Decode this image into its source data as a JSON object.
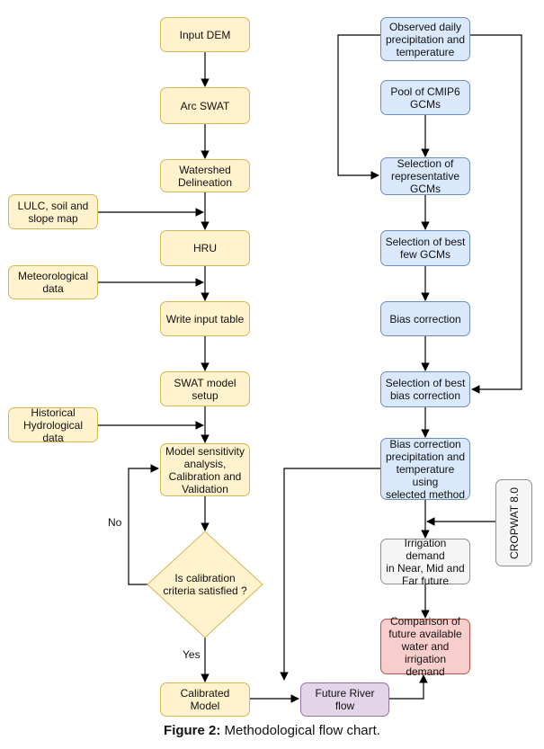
{
  "nodes": {
    "input_dem": "Input DEM",
    "arc_swat": "Arc SWAT",
    "watershed": "Watershed\nDelineation",
    "lulc": "LULC, soil and\nslope map",
    "hru": "HRU",
    "meteorological": "Meteorological\ndata",
    "write_input": "Write input table",
    "swat_setup": "SWAT model\nsetup",
    "historical": "Historical\nHydrological data",
    "sensitivity": "Model sensitivity\nanalysis,\nCalibration and\nValidation",
    "decision": "Is calibration\ncriteria satisfied ?",
    "calibrated": "Calibrated Model",
    "future_river": "Future River flow",
    "observed": "Observed daily\nprecipitation and\ntemperature",
    "cmip6": "Pool of CMIP6\nGCMs",
    "selection_rep": "Selection of\nrepresentative\nGCMs",
    "selection_best": "Selection of best\nfew GCMs",
    "bias": "Bias correction",
    "selection_bias": "Selection of best\nbias correction",
    "bias_applied": "Bias correction\nprecipitation and\ntemperature using\nselected method",
    "cropwat": "CROPWAT 8.0",
    "irrigation": "Irrigation demand\nin Near, Mid and\nFar future",
    "comparison": "Comparison of\nfuture available\nwater and\nirrigation demand"
  },
  "edge_labels": {
    "no": "No",
    "yes": "Yes"
  },
  "caption": {
    "label": "Figure 2:",
    "text": " Methodological flow chart."
  },
  "colors": {
    "yellow_fill": "#fff2cc",
    "yellow_stroke": "#d6b656",
    "blue_fill": "#dae8fc",
    "blue_stroke": "#6c8ebf",
    "gray_fill": "#f5f5f5",
    "red_fill": "#f8cecc",
    "purple_fill": "#e1d5e7"
  }
}
